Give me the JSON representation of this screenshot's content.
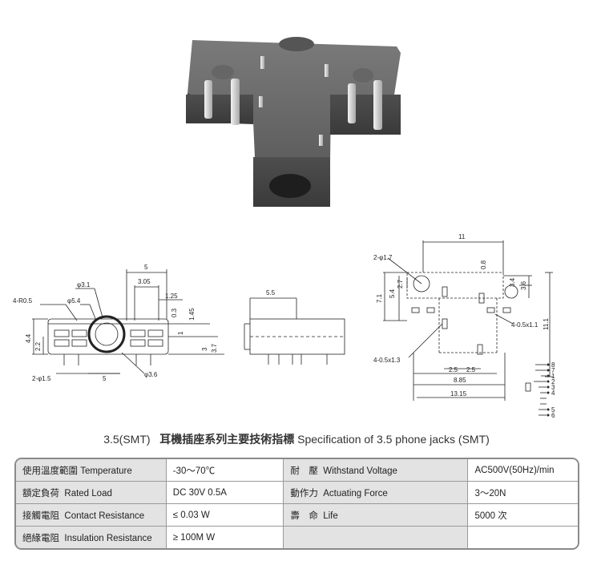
{
  "drawing_dims": {
    "front": {
      "d5": "5",
      "d305": "3.05",
      "d125": "1.25",
      "phi31": "φ3.1",
      "phi54": "φ5.4",
      "r05": "4-R0.5",
      "d03": "0.3",
      "d145": "1.45",
      "d1": "1",
      "d3": "3",
      "d37": "3.7",
      "d44": "4.4",
      "d22": "2.2",
      "phi15": "2-φ1.5",
      "d5b": "5",
      "phi36": "φ3.6"
    },
    "side": {
      "d55": "5.5"
    },
    "footprint": {
      "d11": "11",
      "phi17": "2-φ1.7",
      "d08": "0.8",
      "d27": "2.7",
      "d54": "5.4",
      "d71": "7.1",
      "d34": "3.4",
      "d36": "3.6",
      "d111": "11.1",
      "pad": "4-0.5x1.1",
      "pad2": "4-0.5x1.3",
      "d25a": "2.5",
      "d25b": "2.5",
      "d885": "8.85",
      "d1315": "13.15"
    },
    "pins": [
      "8",
      "7",
      "1",
      "2",
      "3",
      "4",
      "5",
      "6"
    ]
  },
  "title": {
    "prefix": "3.5(SMT)",
    "chinese": "耳機插座系列主要技術指標",
    "english": "Specification of 3.5 phone jacks (SMT)"
  },
  "spec_rows": [
    {
      "label_cn": "使用溫度範圍",
      "label_en": "Temperature",
      "value": "-30～70℃",
      "label2_cn": "耐　壓",
      "label2_en": "Withstand Voltage",
      "value2": "AC500V(50Hz)/min"
    },
    {
      "label_cn": "額定負荷",
      "label_en": "Rated Load",
      "value": "DC  30V  0.5A",
      "label2_cn": "動作力",
      "label2_en": "Actuating Force",
      "value2": "3～20N"
    },
    {
      "label_cn": "接觸電阻",
      "label_en": "Contact Resistance",
      "value": "≤ 0.03 W",
      "label2_cn": "壽　命",
      "label2_en": "Life",
      "value2": "5000 次"
    },
    {
      "label_cn": "絕緣電阻",
      "label_en": "Insulation Resistance",
      "value": "≥ 100M W",
      "label2_cn": "",
      "label2_en": "",
      "value2": ""
    }
  ],
  "colors": {
    "body_dark": "#4a4a4a",
    "body_top": "#6e6e6e",
    "pin": "#d8d8d8",
    "table_label_bg": "#e3e3e3"
  }
}
